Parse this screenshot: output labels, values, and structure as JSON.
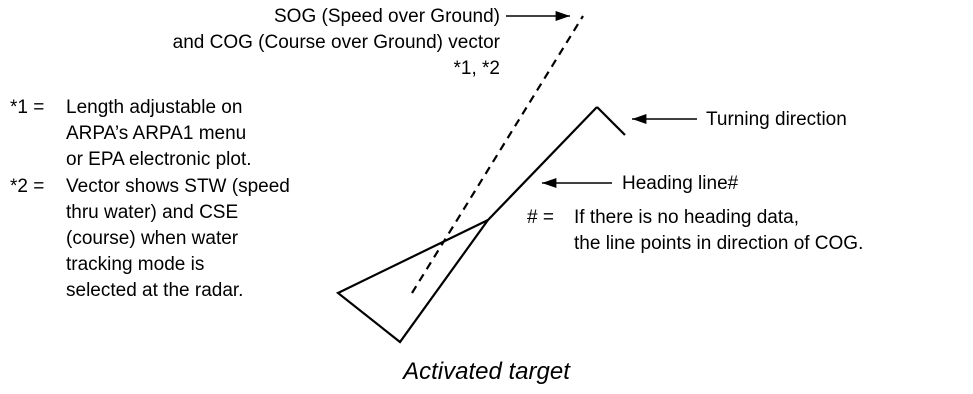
{
  "labels": {
    "sog_line1": "SOG (Speed over Ground)",
    "sog_line2": "and COG (Course over Ground) vector",
    "sog_line3": "*1, *2",
    "turning": "Turning direction",
    "heading": "Heading line#",
    "hash_mark": "# =",
    "hash_line1": "If there is no heading data,",
    "hash_line2": "the line points in direction of COG."
  },
  "notes": [
    {
      "mark": "*1 =",
      "lines": [
        "Length adjustable on",
        "ARPA’s ARPA1 menu",
        "or EPA electronic plot."
      ]
    },
    {
      "mark": "*2 =",
      "lines": [
        "Vector shows STW (speed",
        "thru water) and CSE",
        "(course) when water",
        "tracking mode is",
        "selected at the radar."
      ]
    }
  ],
  "caption": "Activated target"
}
